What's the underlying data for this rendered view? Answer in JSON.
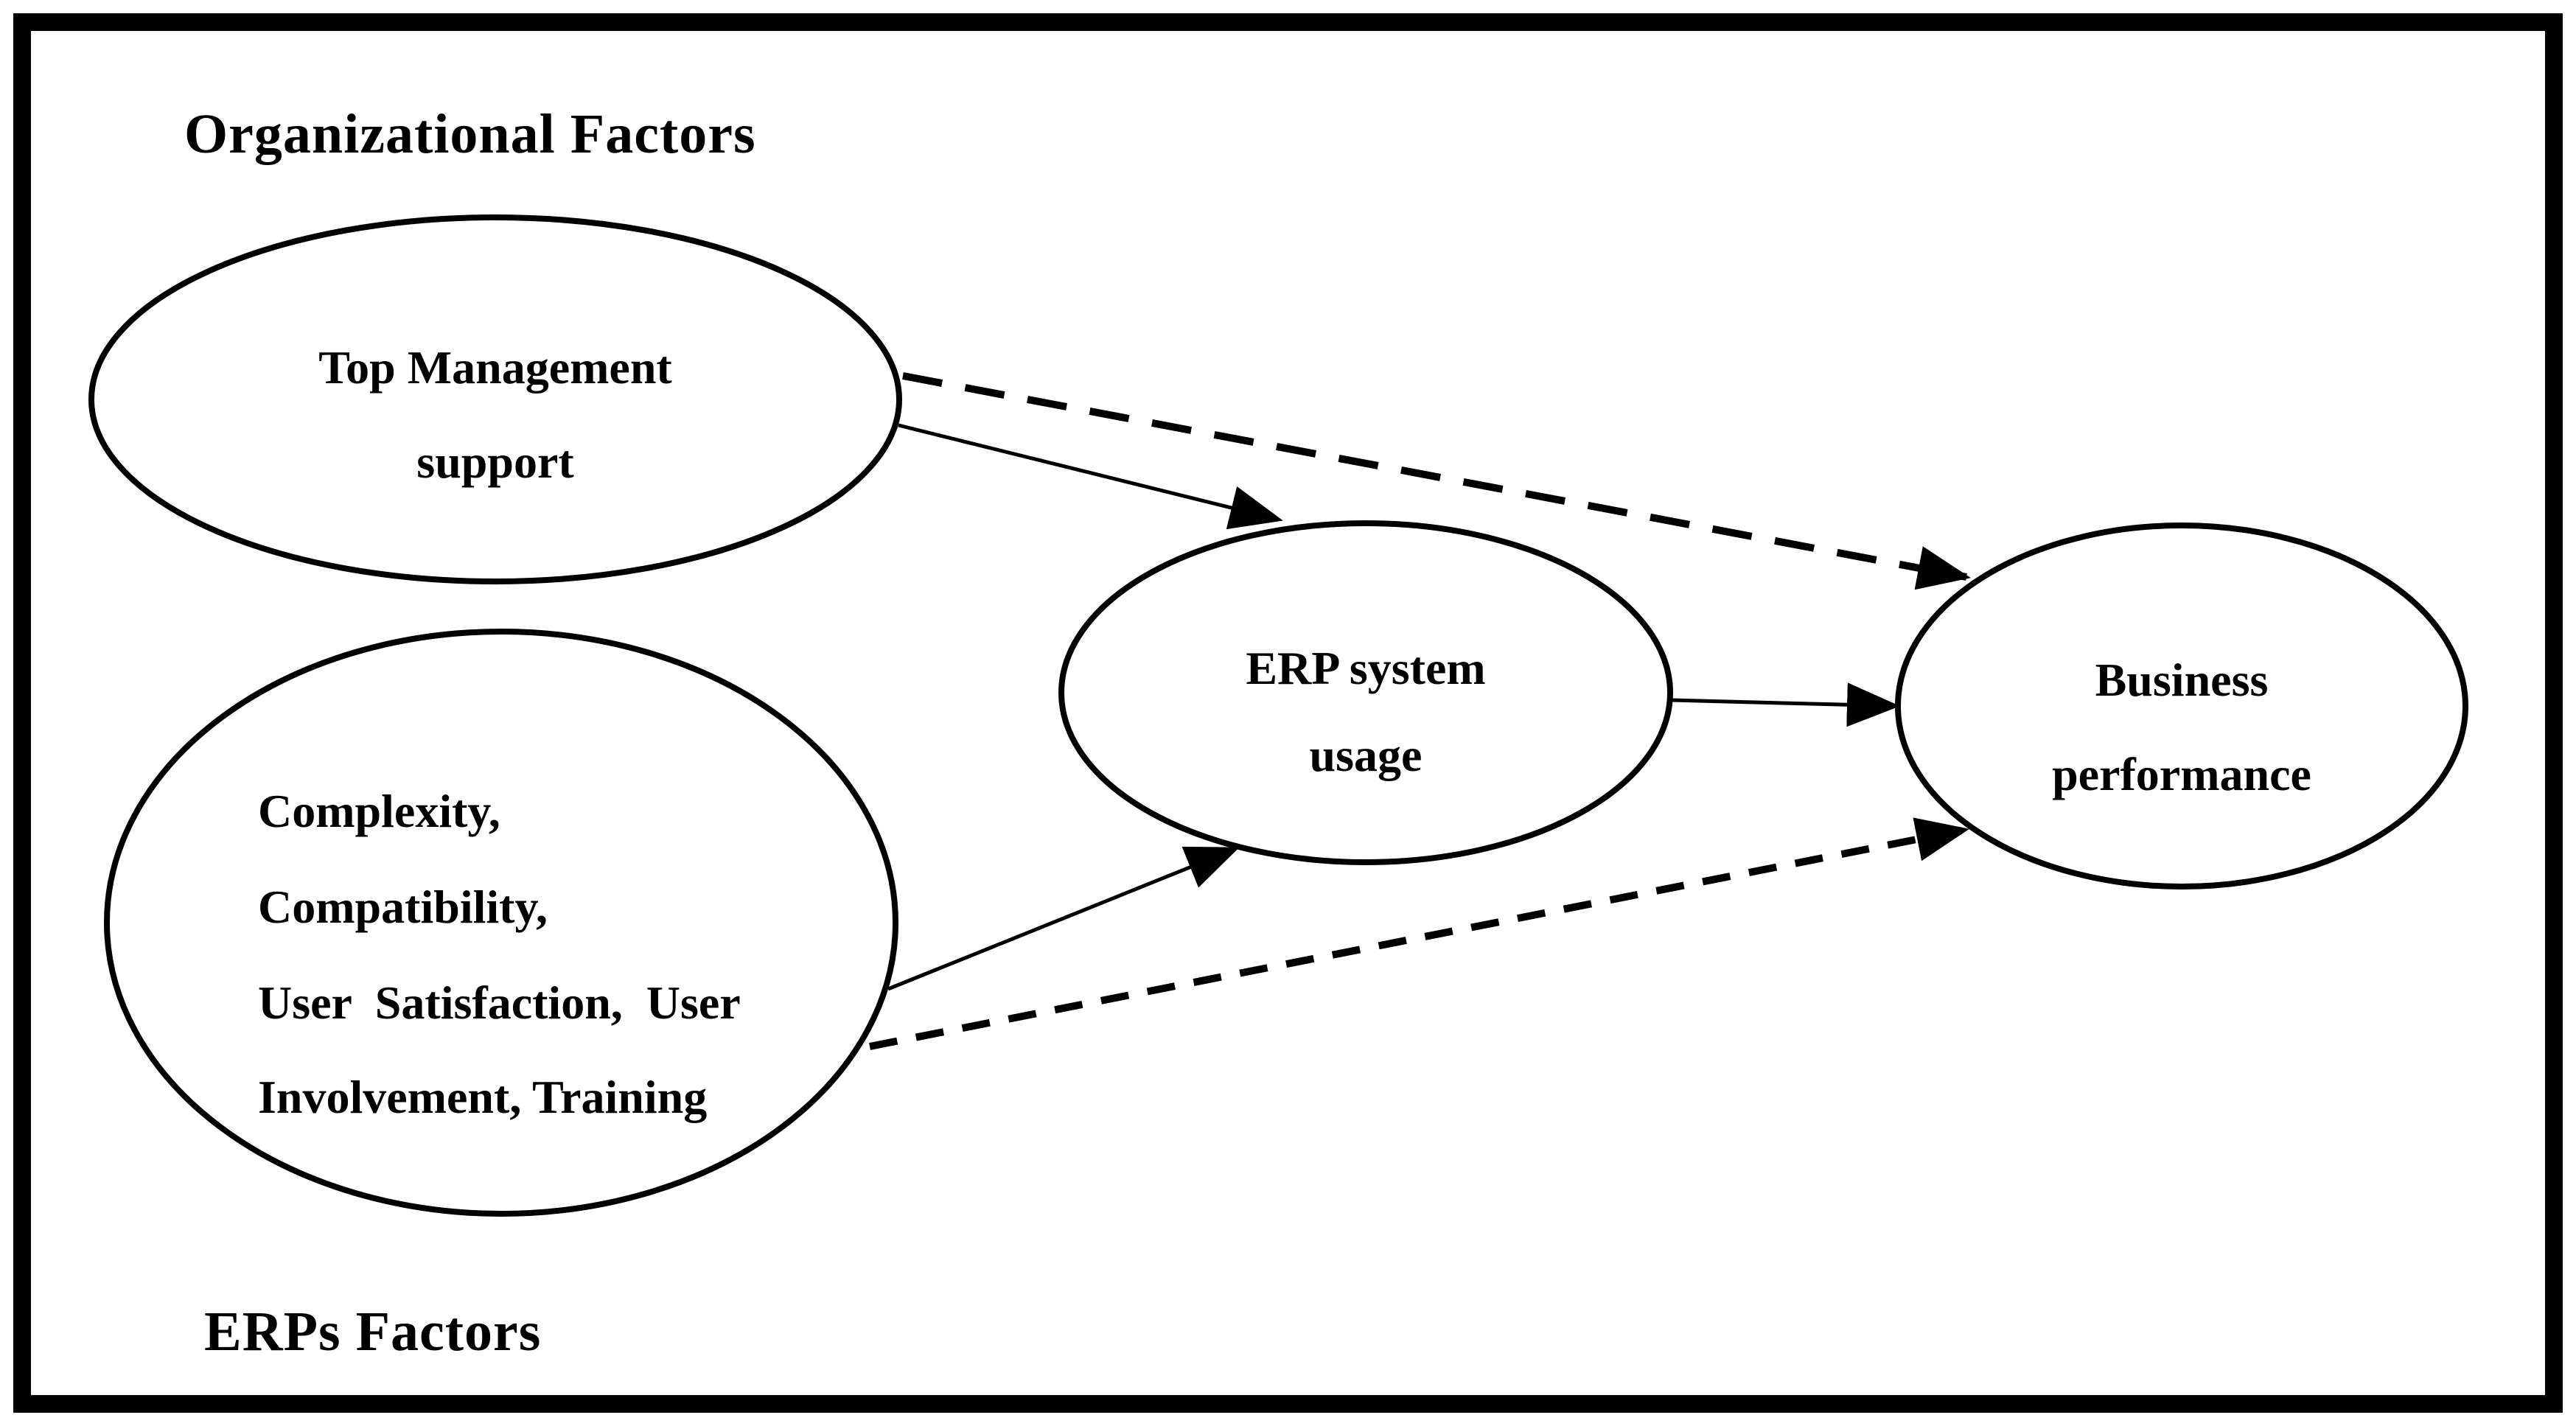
{
  "diagram": {
    "group_labels": {
      "organizational": "Organizational Factors",
      "erps": "ERPs Factors"
    },
    "nodes": [
      {
        "id": "top-management-support",
        "lines": [
          "Top Management",
          "support"
        ]
      },
      {
        "id": "erp-factors",
        "lines": [
          "Complexity,",
          "Compatibility,",
          "User  Satisfaction,  User",
          "Involvement, Training"
        ]
      },
      {
        "id": "erp-system-usage",
        "lines": [
          "ERP system",
          "usage"
        ]
      },
      {
        "id": "business-performance",
        "lines": [
          "Business",
          "performance"
        ]
      }
    ],
    "edges": [
      {
        "from": "top-management-support",
        "to": "erp-system-usage",
        "style": "solid"
      },
      {
        "from": "top-management-support",
        "to": "business-performance",
        "style": "dashed"
      },
      {
        "from": "erp-factors",
        "to": "erp-system-usage",
        "style": "solid"
      },
      {
        "from": "erp-factors",
        "to": "business-performance",
        "style": "dashed"
      },
      {
        "from": "erp-system-usage",
        "to": "business-performance",
        "style": "solid"
      }
    ],
    "colors": {
      "ink": "#000000",
      "background": "#ffffff"
    }
  }
}
